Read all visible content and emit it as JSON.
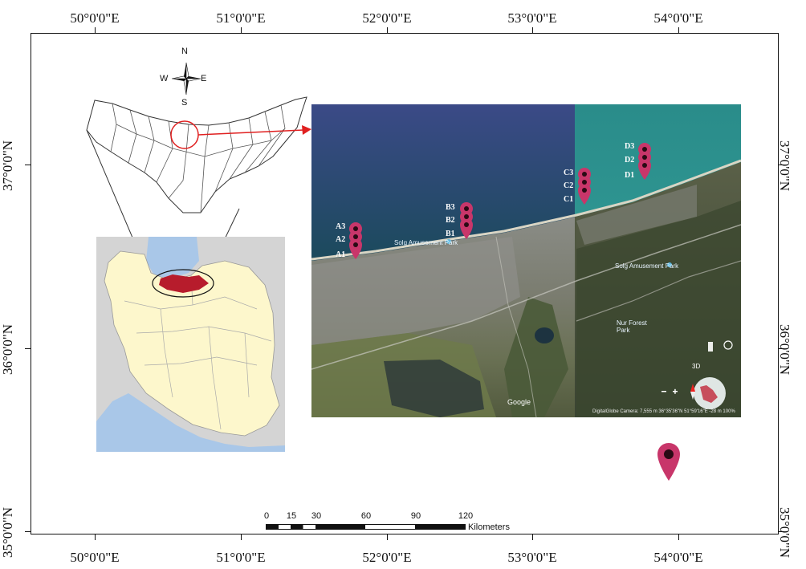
{
  "axes": {
    "top_ticks": [
      "50°0'0\"E",
      "51°0'0\"E",
      "52°0'0\"E",
      "53°0'0\"E",
      "54°0'0\"E"
    ],
    "bottom_ticks": [
      "50°0'0\"E",
      "51°0'0\"E",
      "52°0'0\"E",
      "53°0'0\"E",
      "54°0'0\"E"
    ],
    "left_ticks": [
      "37°0'0\"N",
      "36°0'0\"N",
      "35°0'0\"N"
    ],
    "right_ticks": [
      "37°0'0\"N",
      "36°0'0\"N",
      "35°0'0\"N"
    ]
  },
  "compass": {
    "n": "N",
    "s": "S",
    "e": "E",
    "w": "W"
  },
  "sampling_points": {
    "a": [
      "A3",
      "A2",
      "A1"
    ],
    "b": [
      "B3",
      "B2",
      "B1"
    ],
    "c": [
      "C3",
      "C2",
      "C1"
    ],
    "d": [
      "D3",
      "D2",
      "D1"
    ]
  },
  "satellite": {
    "park_label_1": "Solg Amusement Park",
    "park_label_2": "Solg Amusement Park",
    "forest_label": "Nur Forest\nPark",
    "google": "Google",
    "footer": "DigitalGlobe  Camera: 7,555 m  36°35'36\"N 51°59'16\"E  -28 m  100%",
    "btn_3d": "3D"
  },
  "scale": {
    "ticks": [
      "0",
      "15",
      "30",
      "60",
      "90",
      "120"
    ],
    "unit": "Kilometers"
  },
  "colors": {
    "pin": "#c8366a",
    "region_highlight": "#b71c2c",
    "arrow": "#e02020",
    "iran_fill": "#fdf7cc",
    "sea": "#a9c7e8"
  }
}
